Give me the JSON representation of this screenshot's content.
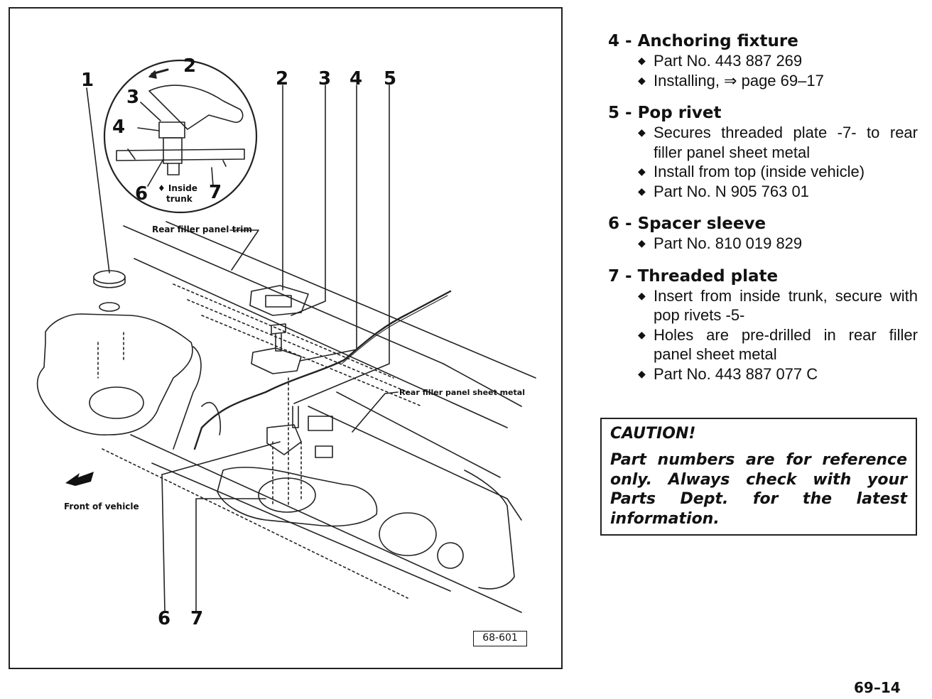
{
  "figure": {
    "callouts": [
      "1",
      "2",
      "3",
      "4",
      "5",
      "6",
      "7"
    ],
    "inset": {
      "callouts": [
        "2",
        "3",
        "4",
        "6",
        "7"
      ],
      "note_line1": "♦ Inside",
      "note_line2": "trunk"
    },
    "labels": {
      "trim": "Rear filler panel trim",
      "sheet_metal": "Rear filler panel sheet metal",
      "front": "Front of vehicle"
    },
    "figure_id": "68-601"
  },
  "legend": [
    {
      "heading": "4 - Anchoring fixture",
      "bullets": [
        "Part No. 443 887 269",
        "Installing, ⇒ page 69–17"
      ]
    },
    {
      "heading": "5 - Pop rivet",
      "bullets": [
        "Secures threaded plate -7- to rear filler panel sheet metal",
        "Install from top (inside vehicle)",
        "Part No. N 905 763 01"
      ]
    },
    {
      "heading": "6 - Spacer sleeve",
      "bullets": [
        "Part No. 810 019 829"
      ]
    },
    {
      "heading": "7 - Threaded plate",
      "bullets": [
        "Insert from inside trunk, secure with pop rivets -5-",
        "Holes are pre-drilled in rear filler panel sheet metal",
        "Part No. 443 887 077 C"
      ]
    }
  ],
  "caution": {
    "title": "CAUTION!",
    "body": "Part numbers are for reference only.  Always check with your Parts Dept. for the latest information."
  },
  "page_number": "69–14"
}
